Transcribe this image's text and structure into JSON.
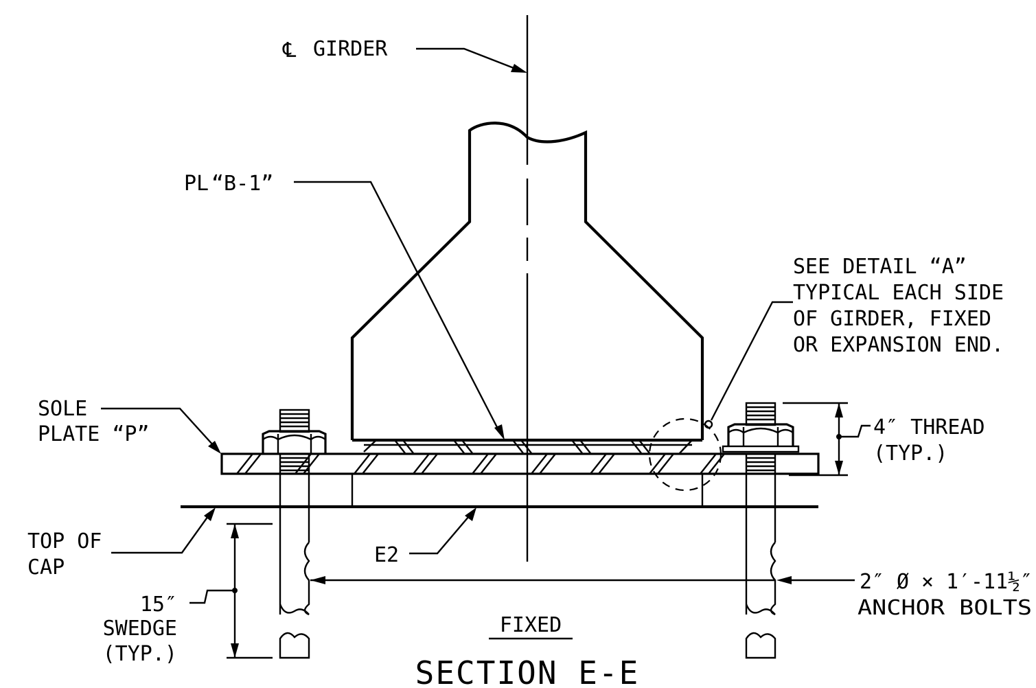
{
  "labels": {
    "cl_symbol": "℄",
    "cl_girder": "GIRDER",
    "pl_symbol": "PL",
    "pl_b1": "“B-1”",
    "detail_a": [
      "SEE DETAIL “A”",
      "TYPICAL EACH SIDE",
      "OF GIRDER, FIXED",
      "OR EXPANSION END."
    ],
    "sole_plate": [
      "SOLE",
      "PLATE “P”"
    ],
    "thread": [
      "4″ THREAD",
      "(TYP.)"
    ],
    "top_of_cap": [
      "TOP OF",
      "CAP"
    ],
    "e2": "E2",
    "swedge": [
      "15″",
      "SWEDGE",
      "(TYP.)"
    ],
    "anchor_bolts": [
      "2″ Ø × 1′-11½″",
      "ANCHOR BOLTS"
    ],
    "fixed": "FIXED",
    "section_title": "SECTION E-E"
  }
}
